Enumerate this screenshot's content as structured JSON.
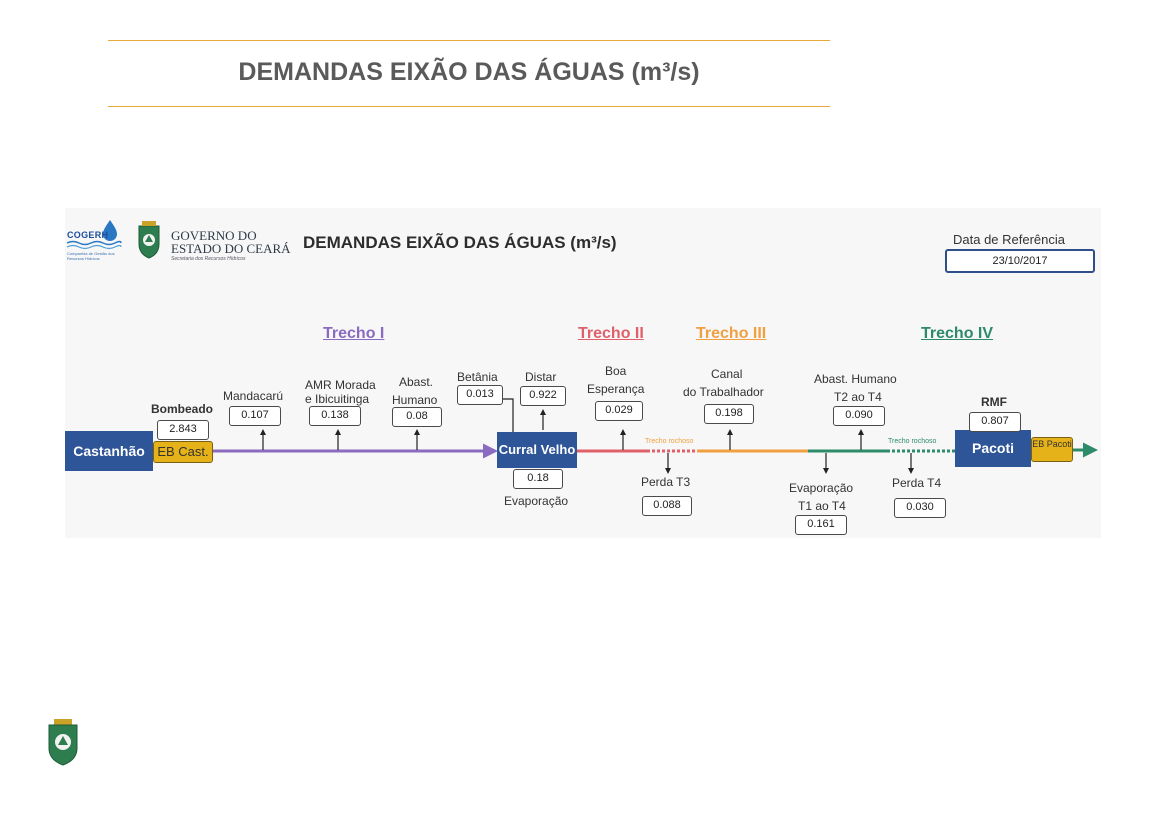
{
  "slide": {
    "title": "DEMANDAS EIXÃO DAS ÁGUAS (m³/s)"
  },
  "logos": {
    "cogerh": "COGERH",
    "cogerh_sub": "Companhia de Gestão dos Recursos Hídricos",
    "gov_line1": "GOVERNO DO",
    "gov_line2": "ESTADO DO CEARÁ",
    "gov_line3": "Secretaria dos Recursos Hídricos"
  },
  "panel": {
    "title": "DEMANDAS EIXÃO DAS ÁGUAS  (m³/s)",
    "reference_label": "Data de Referência",
    "reference_date": "23/10/2017"
  },
  "trechos": [
    {
      "name": "Trecho I",
      "color": "#8a6bbf"
    },
    {
      "name": "Trecho II",
      "color": "#e0606a"
    },
    {
      "name": "Trecho III",
      "color": "#f0a040"
    },
    {
      "name": "Trecho IV",
      "color": "#2e8b6a"
    }
  ],
  "nodes": {
    "castanhao": "Castanhão",
    "eb_cast": "EB Cast.",
    "curral_velho": "Curral Velho",
    "pacoti": "Pacoti",
    "eb_pacoti": "EB Pacoti"
  },
  "flow": {
    "bombeado_label": "Bombeado",
    "bombeado_value": "2.843",
    "rmf_label": "RMF",
    "rmf_value": "0.807",
    "rocky_label_1": "Trecho rochoso",
    "rocky_label_2": "Trecho rochoso"
  },
  "withdrawals": {
    "mandacaru": {
      "label": "Mandacarú",
      "value": "0.107"
    },
    "amr": {
      "label1": "AMR Morada",
      "label2": "e Ibicuitinga",
      "value": "0.138"
    },
    "abast1": {
      "label1": "Abast.",
      "label2": "Humano",
      "value": "0.08"
    },
    "betania": {
      "label": "Betânia",
      "value": "0.013"
    },
    "distar": {
      "label": "Distar",
      "value": "0.922"
    },
    "boa": {
      "label1": "Boa",
      "label2": "Esperança",
      "value": "0.029"
    },
    "canal": {
      "label1": "Canal",
      "label2": "do Trabalhador",
      "value": "0.198"
    },
    "abast2": {
      "label1": "Abast. Humano",
      "label2": "T2 ao T4",
      "value": "0.090"
    }
  },
  "losses": {
    "evap_curral": {
      "label": "Evaporação",
      "value": "0.18"
    },
    "perda_t3": {
      "label": "Perda T3",
      "value": "0.088"
    },
    "evap_t1t4": {
      "label1": "Evaporação",
      "label2": "T1 ao T4",
      "value": "0.161"
    },
    "perda_t4": {
      "label": "Perda T4",
      "value": "0.030"
    }
  },
  "colors": {
    "node_blue": "#2e5597",
    "eb_yellow": "#e6b219",
    "accent_rule": "#e8a93b"
  }
}
